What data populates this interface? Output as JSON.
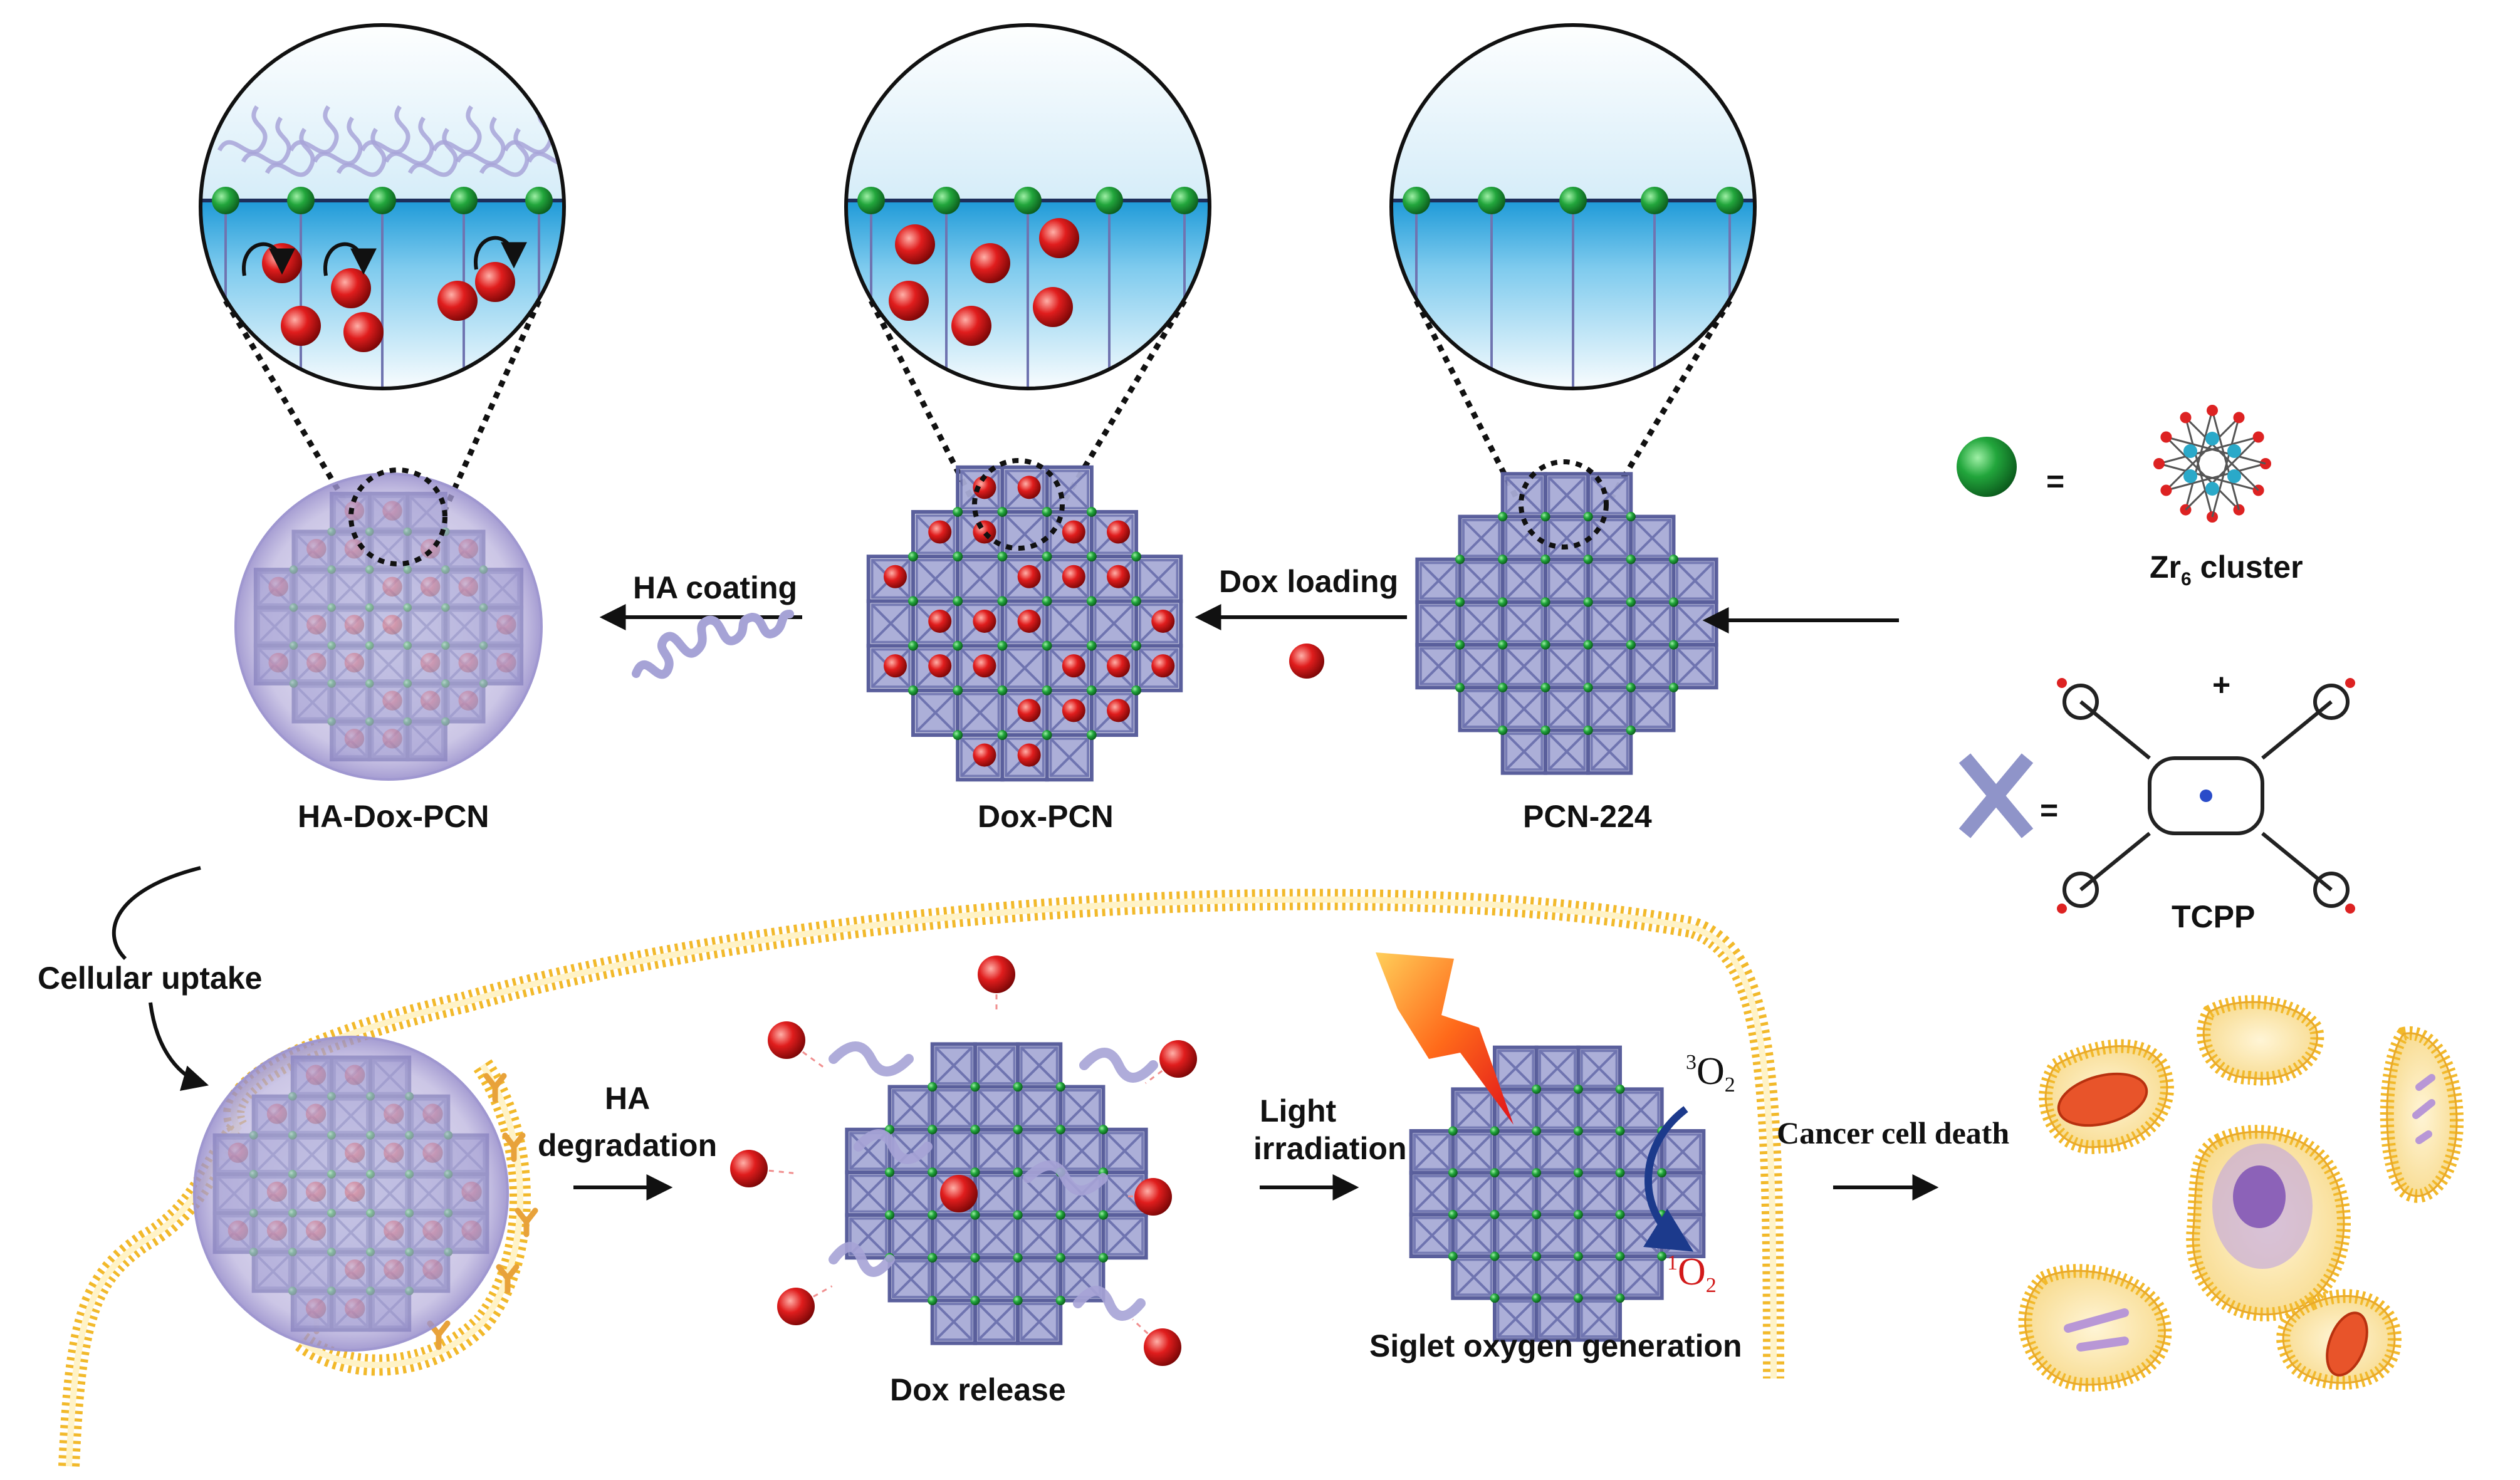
{
  "labels": {
    "ha_dox_pcn": "HA-Dox-PCN",
    "dox_pcn": "Dox-PCN",
    "pcn_224": "PCN-224",
    "ha_coating": "HA coating",
    "dox_loading": "Dox loading",
    "zr6_cluster": "Zr",
    "zr6_sub": "6",
    "zr6_rest": " cluster",
    "tcpp": "TCPP",
    "equals": "=",
    "plus": "+",
    "cellular_uptake": "Cellular uptake",
    "ha_degradation_1": "HA",
    "ha_degradation_2": "degradation",
    "dox_release": "Dox release",
    "light_1": "Light",
    "light_2": "irradiation",
    "siglet": "Siglet oxygen generation",
    "cancer_death": "Cancer cell death",
    "triplet_sup": "3",
    "triplet": "O",
    "triplet_sub": "2",
    "singlet_sup": "1",
    "singlet": "O",
    "singlet_sub": "2"
  },
  "colors": {
    "framework": "#6f74b0",
    "framework_light": "#a8abd6",
    "zr_node": "#1f9a3a",
    "dox": "#d21a1a",
    "ha_shell": "#b9b3dc",
    "water": "#2aa5dc",
    "membrane": "#f2b92b",
    "cell_fill": "#fbe6b0",
    "nucleus": "#b897d6",
    "mito": "#e8542a",
    "arrow_blue": "#1c3a8c",
    "singlet_red": "#d21a1a"
  }
}
